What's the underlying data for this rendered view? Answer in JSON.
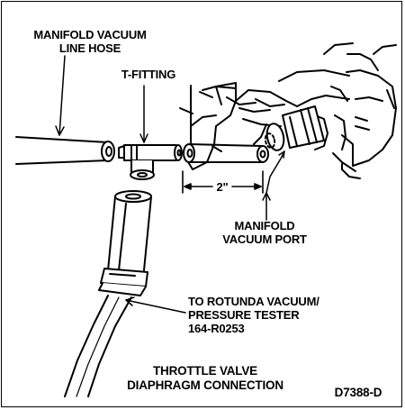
{
  "labels": {
    "manifold_vacuum_line_hose_1": "MANIFOLD VACUUM",
    "manifold_vacuum_line_hose_2": "LINE HOSE",
    "t_fitting": "T-FITTING",
    "dimension": "2\"",
    "manifold_vacuum_port_1": "MANIFOLD",
    "manifold_vacuum_port_2": "VACUUM PORT",
    "tester_1": "TO ROTUNDA VACUUM/",
    "tester_2": "PRESSURE TESTER",
    "tester_3": "164-R0253"
  },
  "caption": {
    "line1": "THROTTLE VALVE",
    "line2": "DIAPHRAGM CONNECTION"
  },
  "figure_id": "D7388-D"
}
